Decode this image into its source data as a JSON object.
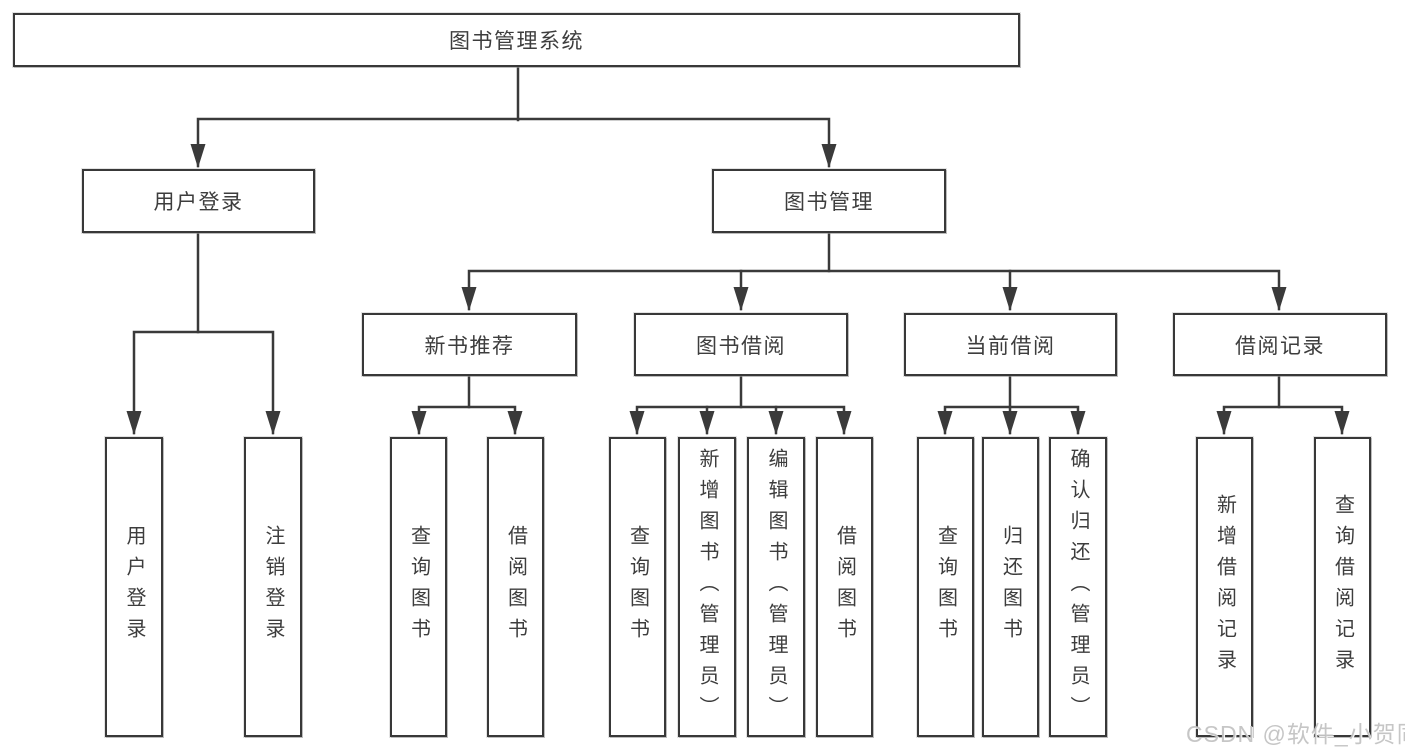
{
  "diagram": {
    "tree": {
      "label": "图书管理系统",
      "children": [
        {
          "label": "用户登录",
          "children": [
            {
              "label": "用户登录"
            },
            {
              "label": "注销登录"
            }
          ]
        },
        {
          "label": "图书管理",
          "children": [
            {
              "label": "新书推荐",
              "children": [
                {
                  "label": "查询图书"
                },
                {
                  "label": "借阅图书"
                }
              ]
            },
            {
              "label": "图书借阅",
              "children": [
                {
                  "label": "查询图书"
                },
                {
                  "label": "新增图书（管理员）"
                },
                {
                  "label": "编辑图书（管理员）"
                },
                {
                  "label": "借阅图书"
                }
              ]
            },
            {
              "label": "当前借阅",
              "children": [
                {
                  "label": "查询图书"
                },
                {
                  "label": "归还图书"
                },
                {
                  "label": "确认归还（管理员）"
                }
              ]
            },
            {
              "label": "借阅记录",
              "children": [
                {
                  "label": "新增借阅记录"
                },
                {
                  "label": "查询借阅记录"
                }
              ]
            }
          ]
        }
      ]
    },
    "colors": {
      "line": "#3a3a3a",
      "box_border": "#383838",
      "box_fill": "#ffffff",
      "text": "#3d3d3d",
      "watermark": "#c1c1c1",
      "background": "#ffffff"
    }
  },
  "watermark": {
    "text": "CSDN @软件_小贺同学"
  }
}
